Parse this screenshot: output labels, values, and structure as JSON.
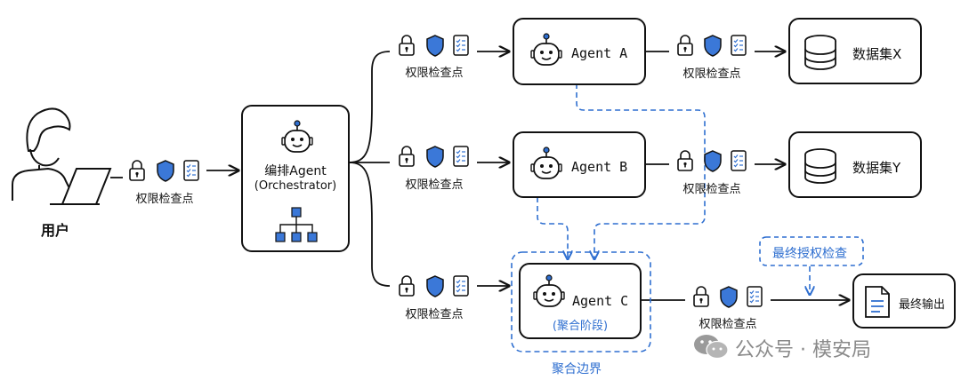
{
  "user": {
    "label": "用户"
  },
  "checkpoint_label": "权限检查点",
  "orchestrator": {
    "line1": "编排Agent",
    "line2": "(Orchestrator)"
  },
  "agents": [
    {
      "name": "Agent A"
    },
    {
      "name": "Agent B"
    },
    {
      "name": "Agent C",
      "sub": "(聚合阶段)"
    }
  ],
  "datasets": [
    {
      "label": "数据集X"
    },
    {
      "label": "数据集Y"
    }
  ],
  "final_check": "最终授权检查",
  "final_output": "最终输出",
  "boundary_label": "聚合边界",
  "watermark": "公众号 · 模安局",
  "colors": {
    "accent": "#2f6fd0",
    "shield": "#3b78d8",
    "line": "#111111"
  },
  "icons": [
    "lock-icon",
    "shield-icon",
    "checklist-icon",
    "robot-icon",
    "database-icon",
    "document-icon",
    "hierarchy-icon",
    "user-laptop-icon",
    "wechat-icon"
  ]
}
